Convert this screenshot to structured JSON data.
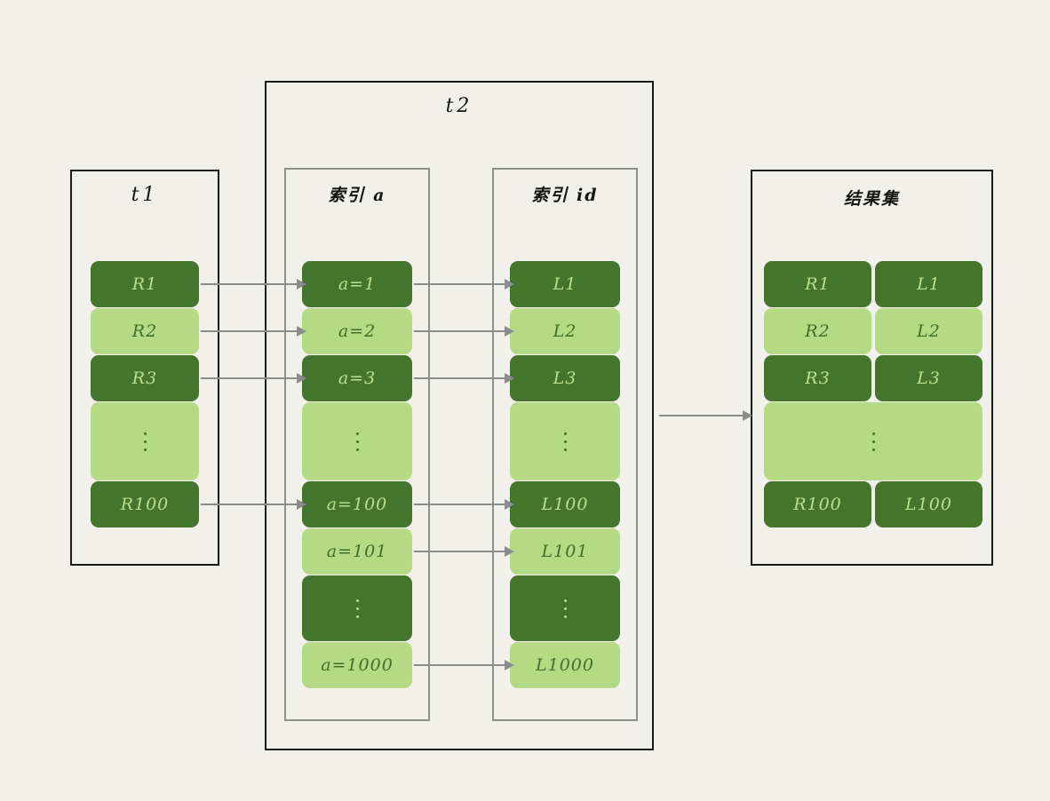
{
  "diagram": {
    "background_color": "#f2f0eb",
    "dark_block_color": "#44752c",
    "light_block_color": "#b5da85",
    "connector_color": "#8c8c8c",
    "border_color": "#1a1a1a",
    "inner_border_color": "#8f8f8a"
  },
  "t1": {
    "title": "t1",
    "rows": [
      {
        "label": "R1",
        "shade": "dark"
      },
      {
        "label": "R2",
        "shade": "light"
      },
      {
        "label": "R3",
        "shade": "dark"
      },
      {
        "label": "",
        "shade": "light",
        "ellipsis": true
      },
      {
        "label": "R100",
        "shade": "dark"
      }
    ]
  },
  "t2": {
    "title": "t2",
    "index_a": {
      "title": "索引 a",
      "rows": [
        {
          "label": "a=1",
          "shade": "dark"
        },
        {
          "label": "a=2",
          "shade": "light"
        },
        {
          "label": "a=3",
          "shade": "dark"
        },
        {
          "label": "",
          "shade": "light",
          "ellipsis": true
        },
        {
          "label": "a=100",
          "shade": "dark"
        },
        {
          "label": "a=101",
          "shade": "light"
        },
        {
          "label": "",
          "shade": "dark",
          "ellipsis": true
        },
        {
          "label": "a=1000",
          "shade": "light"
        }
      ]
    },
    "index_id": {
      "title": "索引 id",
      "rows": [
        {
          "label": "L1",
          "shade": "dark"
        },
        {
          "label": "L2",
          "shade": "light"
        },
        {
          "label": "L3",
          "shade": "dark"
        },
        {
          "label": "",
          "shade": "light",
          "ellipsis": true
        },
        {
          "label": "L100",
          "shade": "dark"
        },
        {
          "label": "L101",
          "shade": "light"
        },
        {
          "label": "",
          "shade": "dark",
          "ellipsis": true
        },
        {
          "label": "L1000",
          "shade": "light"
        }
      ]
    }
  },
  "result_set": {
    "title": "结果集",
    "rows": [
      {
        "left": "R1",
        "right": "L1",
        "shade": "dark"
      },
      {
        "left": "R2",
        "right": "L2",
        "shade": "light"
      },
      {
        "left": "R3",
        "right": "L3",
        "shade": "dark"
      },
      {
        "left": "",
        "right": "",
        "shade": "light",
        "ellipsis": true
      },
      {
        "left": "R100",
        "right": "L100",
        "shade": "dark"
      }
    ]
  }
}
